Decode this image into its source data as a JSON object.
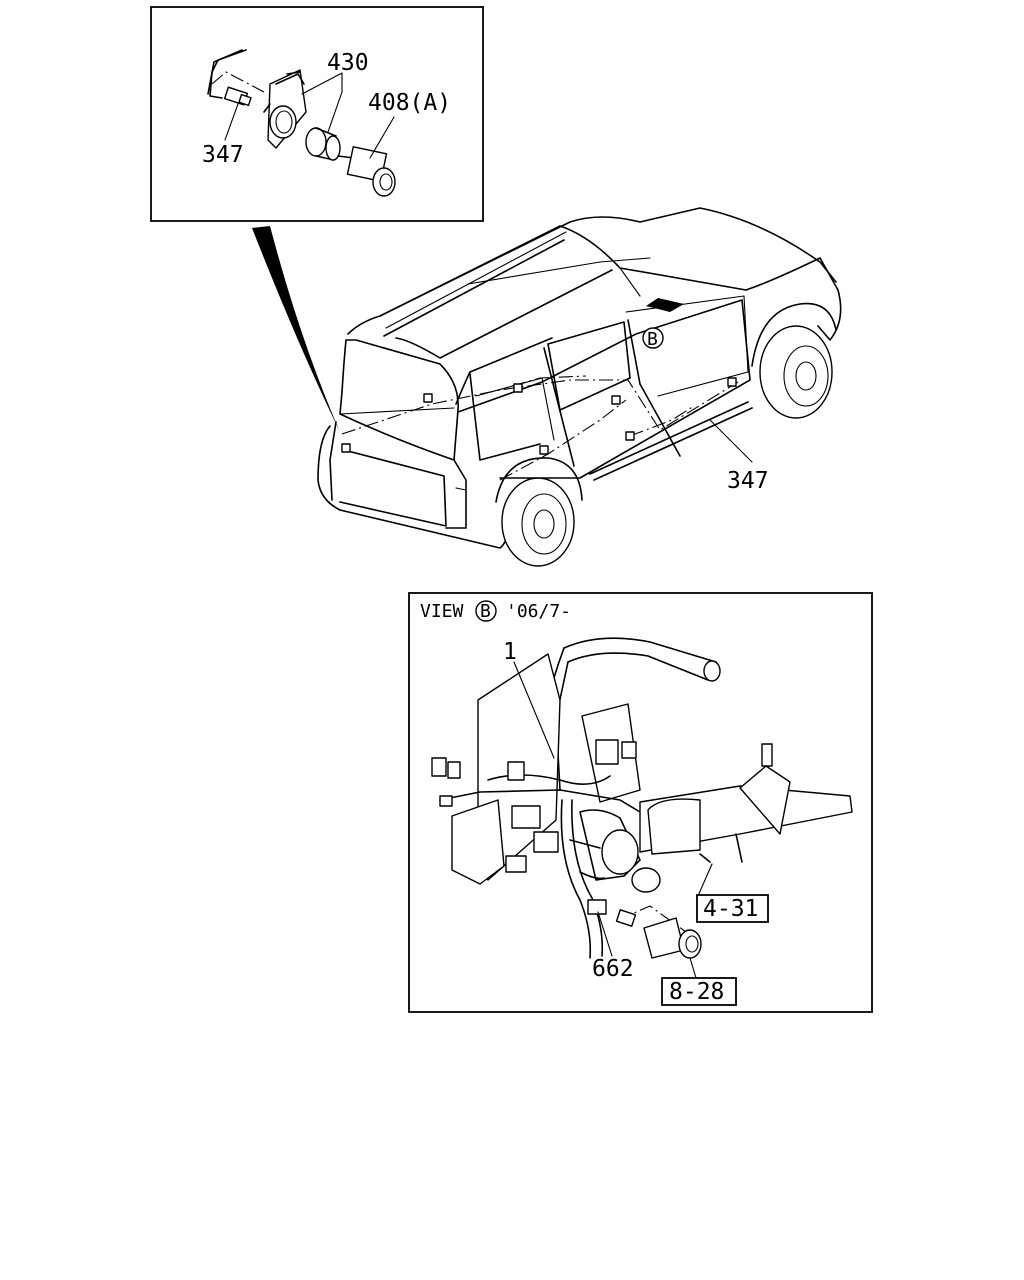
{
  "inset_top": {
    "callouts": {
      "c430": "430",
      "c408": "408(A)",
      "c347": "347"
    }
  },
  "vehicle": {
    "callout_347": "347",
    "view_marker": "B"
  },
  "inset_bottom": {
    "view_label": "VIEW",
    "view_marker": "B",
    "date_label": "'06/7-",
    "callouts": {
      "c1": "1",
      "c662": "662",
      "c431": "4-31",
      "c828": "8-28"
    }
  }
}
